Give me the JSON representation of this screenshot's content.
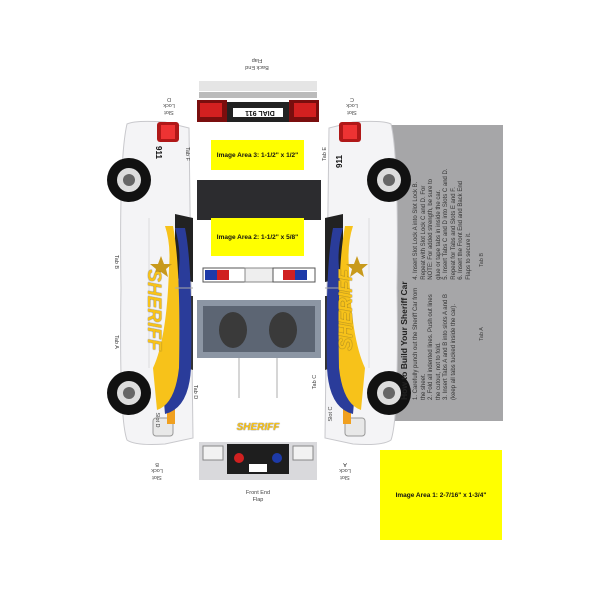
{
  "labels": {
    "back_end_flap": "Back End\nFlap",
    "front_end_flap": "Front End\nFlap",
    "slot_lock_d_top": "Slot\nLock\nD",
    "slot_lock_c_top": "Slot\nLock\nC",
    "slot_lock_b_bottom": "Slot\nLock\nB",
    "slot_lock_a_bottom": "Slot\nLock\nA",
    "tab_f": "Tab F",
    "tab_e": "Tab E",
    "tab_d": "Tab D",
    "tab_c": "Tab C",
    "tab_b_left": "Tab B",
    "tab_a_left": "Tab A",
    "tab_b_right": "Tab B",
    "tab_a_right": "Tab A",
    "slot_d": "Slot D",
    "slot_c": "Slot C"
  },
  "car": {
    "sheriff_text": "SHERIFF",
    "unit_number": "911",
    "dial_text": "DIAL 911",
    "accent_yellow": "#f7c21a",
    "accent_blue": "#2a3c9a"
  },
  "image_areas": {
    "area1": "Image Area 1: 2-7/16\" x 1-3/4\"",
    "area2": "Image Area 2: 1-1/2\" x 5/8\"",
    "area3": "Image Area 3: 1-1/2\" x 1/2\""
  },
  "instructions": {
    "title": "How to Build Your Sheriff Car",
    "steps": [
      "1. Carefully punch out the Sheriff Car from",
      "    the sheet.",
      "2. Fold all indented lines. Push out lines",
      "    the cutout, not to fold.",
      "3. Insert Tabs A and B into slots A and B",
      "    (keep all tabs tucked inside the car).",
      "4. Insert Slot Lock A into Slot Lock B.",
      "    Repeat with Slot Lock C and D. For",
      "    NOTE: For added strength, be sure to",
      "    glue or tape tabs in inside the car.",
      "5. Insert Tabs C and D into Slots C and D.",
      "    Repeat for Tabs and Slots E and F.",
      "6. Insert the Front End and Back End",
      "    Flaps to secure it."
    ]
  },
  "colors": {
    "panel_gray": "#a6a6a8",
    "image_area_yellow": "#ffff00"
  }
}
